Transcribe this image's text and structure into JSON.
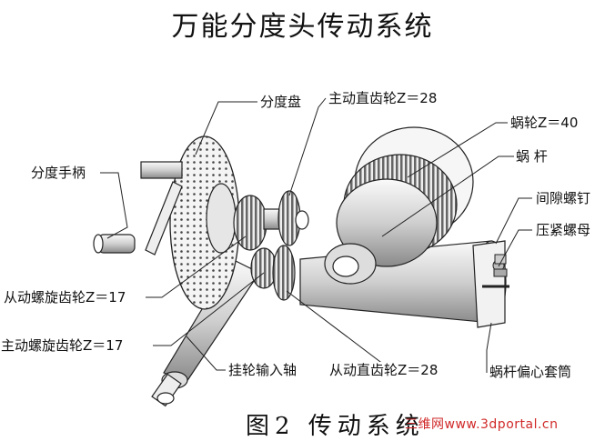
{
  "title": "万能分度头传动系统",
  "caption": "图2  传动系统",
  "labels": {
    "dividing_plate": "分度盘",
    "driving_spur_gear": "主动直齿轮Z＝28",
    "worm_wheel": "蜗轮Z＝40",
    "worm": "蜗  杆",
    "clearance_screw": "间隙螺钉",
    "clamp_nut": "压紧螺母",
    "index_handle": "分度手柄",
    "driven_helical_gear": "从动螺旋齿轮Z＝17",
    "driving_helical_gear": "主动螺旋齿轮Z＝17",
    "change_gear_input_shaft": "挂轮输入轴",
    "driven_spur_gear": "从动直齿轮Z＝28",
    "worm_eccentric_sleeve": "蜗杆偏心套筒"
  },
  "watermark": "三维网www.3dportal.cn"
}
